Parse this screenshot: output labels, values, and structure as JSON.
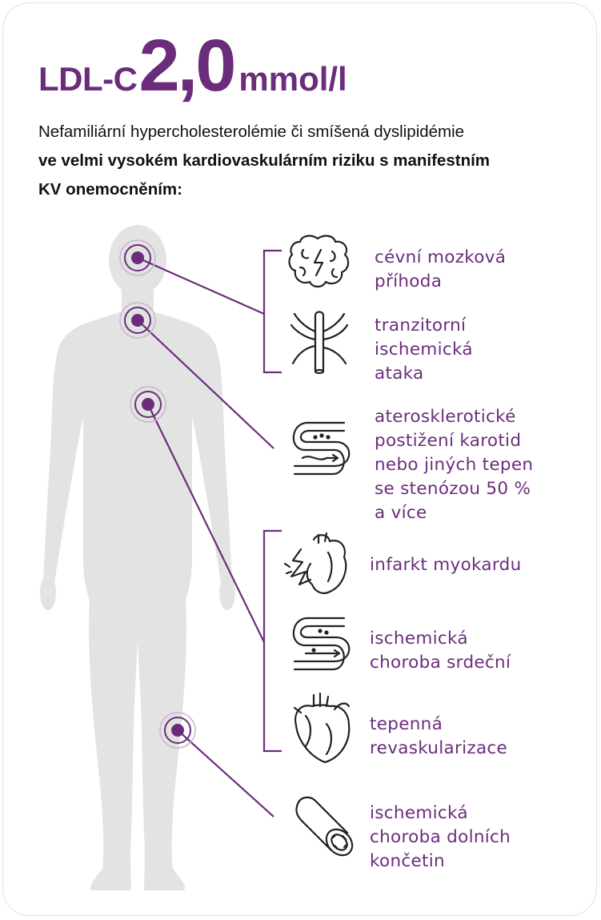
{
  "header": {
    "ldl": "LDL-C",
    "value": "2,0",
    "unit": "mmol/l"
  },
  "intro": {
    "normal": "Nefamiliární hypercholesterolémie či smíšená dyslipidémie",
    "bold_line1": "ve velmi vysokém kardiovaskulárním riziku s manifestním",
    "bold_line2": "KV onemocněním:"
  },
  "conditions": [
    {
      "icon": "brain-icon",
      "lines": [
        "cévní mozková",
        "příhoda"
      ]
    },
    {
      "icon": "artery-branch-icon",
      "lines": [
        "tranzitorní",
        "ischemická",
        "ataka"
      ]
    },
    {
      "icon": "blood-flow-icon",
      "lines": [
        "aterosklerotické",
        "postižení karotid",
        "nebo jiných tepen",
        "se stenózou 50 %",
        "a více"
      ]
    },
    {
      "icon": "heart-attack-icon",
      "lines": [
        "infarkt myokardu"
      ]
    },
    {
      "icon": "narrowed-vessel-icon",
      "lines": [
        "ischemická",
        "choroba srdeční"
      ]
    },
    {
      "icon": "heart-icon",
      "lines": [
        "tepenná",
        "revaskularizace"
      ]
    },
    {
      "icon": "vessel-cross-section-icon",
      "lines": [
        "ischemická",
        "choroba dolních",
        "končetin"
      ]
    }
  ],
  "colors": {
    "accent": "#6b2d7b",
    "silhouette": "#e3e3e3",
    "icon_stroke": "#222222"
  }
}
